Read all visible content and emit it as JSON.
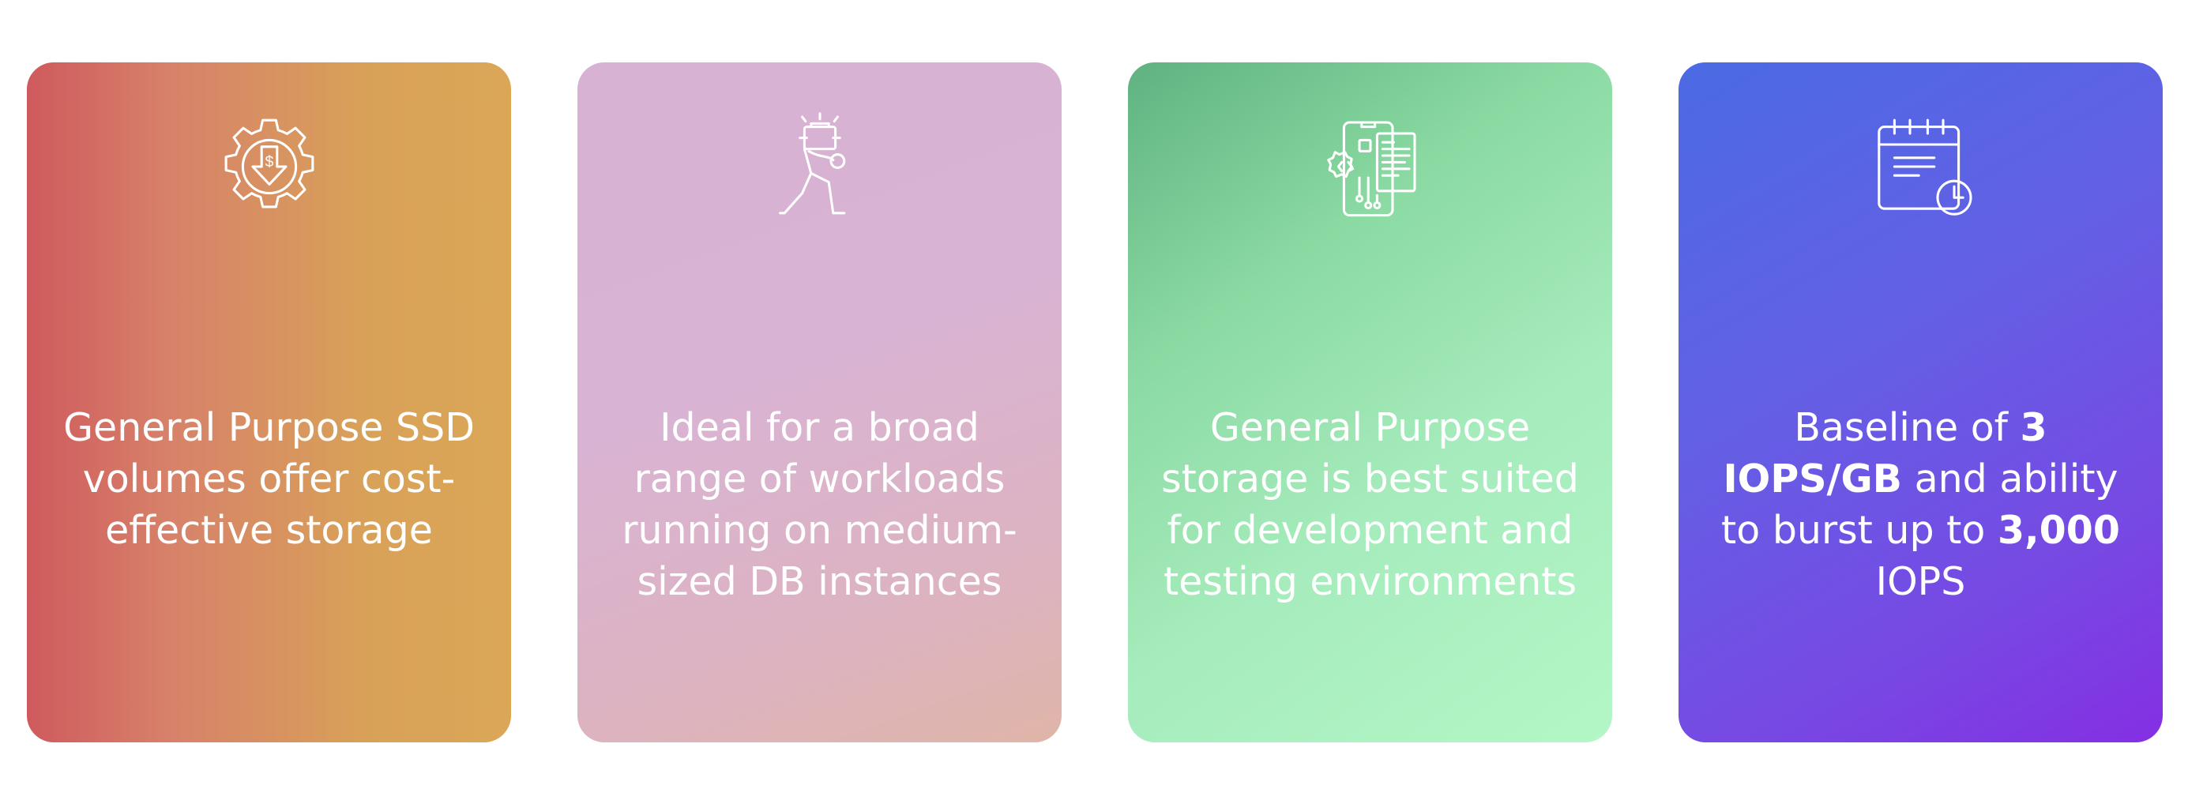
{
  "cards": [
    {
      "icon": "gear-dollar-down-icon",
      "text": "General Purpose SSD volumes offer cost-effective storage"
    },
    {
      "icon": "person-carrying-load-icon",
      "text": "Ideal for a broad range of workloads running on medium-sized DB instances"
    },
    {
      "icon": "mobile-development-icon",
      "text": "General Purpose storage is best suited for development and testing environments"
    },
    {
      "icon": "calendar-clock-icon",
      "text_parts": [
        "Baseline of ",
        "3 IOPS/GB",
        " and ability to burst up to ",
        "3,000",
        " IOPS"
      ]
    }
  ],
  "colors": {
    "card1_gradient": [
      "#cf5a5d",
      "#dba757"
    ],
    "card2_gradient": [
      "#d7b2d2",
      "#dfb5a8"
    ],
    "card3_gradient": [
      "#5fb280",
      "#b4f7c7"
    ],
    "card4_gradient": [
      "#4b6ae3",
      "#842fe3"
    ],
    "text": "#ffffff"
  }
}
